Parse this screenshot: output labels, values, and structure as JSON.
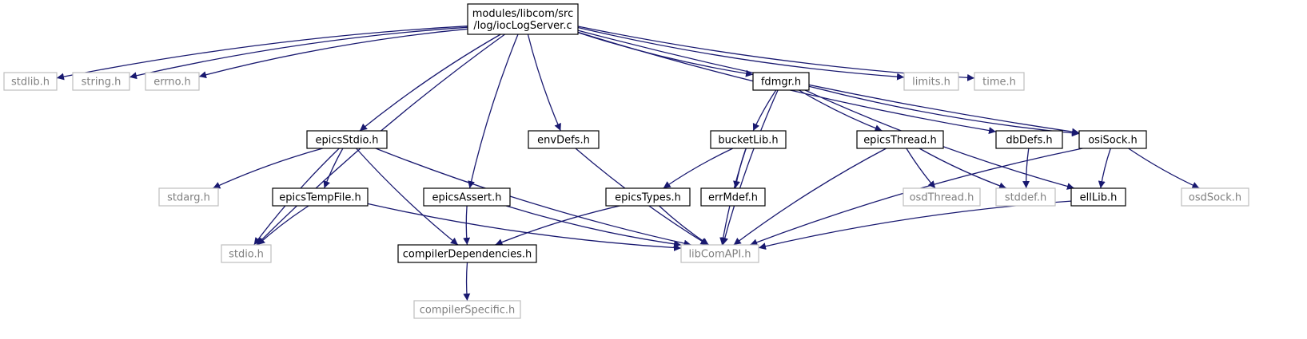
{
  "colors": {
    "edge": "#191970",
    "documented_border": "#000000",
    "external_border": "#bfbfbf",
    "root_fill": "#bfbfbf",
    "documented_text": "#000000",
    "external_text": "#808080"
  },
  "nodes": [
    {
      "id": "root",
      "lines": [
        "modules/libcom/src",
        "/log/iocLogServer.c"
      ],
      "kind": "root"
    },
    {
      "id": "stdlib",
      "lines": [
        "stdlib.h"
      ],
      "kind": "external"
    },
    {
      "id": "string",
      "lines": [
        "string.h"
      ],
      "kind": "external"
    },
    {
      "id": "errno",
      "lines": [
        "errno.h"
      ],
      "kind": "external"
    },
    {
      "id": "epicsStdio",
      "lines": [
        "epicsStdio.h"
      ],
      "kind": "documented"
    },
    {
      "id": "envDefs",
      "lines": [
        "envDefs.h"
      ],
      "kind": "documented"
    },
    {
      "id": "fdmgr",
      "lines": [
        "fdmgr.h"
      ],
      "kind": "documented"
    },
    {
      "id": "limits",
      "lines": [
        "limits.h"
      ],
      "kind": "external"
    },
    {
      "id": "time",
      "lines": [
        "time.h"
      ],
      "kind": "external"
    },
    {
      "id": "bucketLib",
      "lines": [
        "bucketLib.h"
      ],
      "kind": "documented"
    },
    {
      "id": "epicsThread",
      "lines": [
        "epicsThread.h"
      ],
      "kind": "documented"
    },
    {
      "id": "dbDefs",
      "lines": [
        "dbDefs.h"
      ],
      "kind": "documented"
    },
    {
      "id": "osiSock",
      "lines": [
        "osiSock.h"
      ],
      "kind": "documented"
    },
    {
      "id": "stdarg",
      "lines": [
        "stdarg.h"
      ],
      "kind": "external"
    },
    {
      "id": "epicsTempFile",
      "lines": [
        "epicsTempFile.h"
      ],
      "kind": "documented"
    },
    {
      "id": "epicsAssert",
      "lines": [
        "epicsAssert.h"
      ],
      "kind": "documented"
    },
    {
      "id": "epicsTypes",
      "lines": [
        "epicsTypes.h"
      ],
      "kind": "documented"
    },
    {
      "id": "errMdef",
      "lines": [
        "errMdef.h"
      ],
      "kind": "documented"
    },
    {
      "id": "osdThread",
      "lines": [
        "osdThread.h"
      ],
      "kind": "external"
    },
    {
      "id": "stddef",
      "lines": [
        "stddef.h"
      ],
      "kind": "external"
    },
    {
      "id": "ellLib",
      "lines": [
        "ellLib.h"
      ],
      "kind": "documented"
    },
    {
      "id": "osdSock",
      "lines": [
        "osdSock.h"
      ],
      "kind": "external"
    },
    {
      "id": "stdio",
      "lines": [
        "stdio.h"
      ],
      "kind": "external"
    },
    {
      "id": "compilerDependencies",
      "lines": [
        "compilerDependencies.h"
      ],
      "kind": "documented"
    },
    {
      "id": "libComAPI",
      "lines": [
        "libComAPI.h"
      ],
      "kind": "external"
    },
    {
      "id": "compilerSpecific",
      "lines": [
        "compilerSpecific.h"
      ],
      "kind": "external"
    }
  ],
  "edges": [
    [
      "root",
      "stdlib"
    ],
    [
      "root",
      "string"
    ],
    [
      "root",
      "errno"
    ],
    [
      "root",
      "epicsStdio"
    ],
    [
      "root",
      "stdio"
    ],
    [
      "root",
      "epicsAssert"
    ],
    [
      "root",
      "envDefs"
    ],
    [
      "root",
      "fdmgr"
    ],
    [
      "root",
      "dbDefs"
    ],
    [
      "root",
      "limits"
    ],
    [
      "root",
      "time"
    ],
    [
      "root",
      "osiSock"
    ],
    [
      "epicsStdio",
      "stdarg"
    ],
    [
      "epicsStdio",
      "stdio"
    ],
    [
      "epicsStdio",
      "epicsTempFile"
    ],
    [
      "epicsStdio",
      "compilerDependencies"
    ],
    [
      "epicsStdio",
      "libComAPI"
    ],
    [
      "epicsTempFile",
      "stdio"
    ],
    [
      "epicsTempFile",
      "libComAPI"
    ],
    [
      "epicsAssert",
      "compilerDependencies"
    ],
    [
      "epicsAssert",
      "libComAPI"
    ],
    [
      "compilerDependencies",
      "compilerSpecific"
    ],
    [
      "envDefs",
      "libComAPI"
    ],
    [
      "fdmgr",
      "bucketLib"
    ],
    [
      "fdmgr",
      "libComAPI"
    ],
    [
      "fdmgr",
      "epicsThread"
    ],
    [
      "fdmgr",
      "ellLib"
    ],
    [
      "fdmgr",
      "osiSock"
    ],
    [
      "bucketLib",
      "epicsTypes"
    ],
    [
      "bucketLib",
      "errMdef"
    ],
    [
      "bucketLib",
      "libComAPI"
    ],
    [
      "epicsTypes",
      "compilerDependencies"
    ],
    [
      "epicsTypes",
      "libComAPI"
    ],
    [
      "epicsThread",
      "osdThread"
    ],
    [
      "epicsThread",
      "stddef"
    ],
    [
      "epicsThread",
      "libComAPI"
    ],
    [
      "dbDefs",
      "stddef"
    ],
    [
      "osiSock",
      "ellLib"
    ],
    [
      "osiSock",
      "osdSock"
    ],
    [
      "osiSock",
      "libComAPI"
    ],
    [
      "ellLib",
      "libComAPI"
    ]
  ]
}
